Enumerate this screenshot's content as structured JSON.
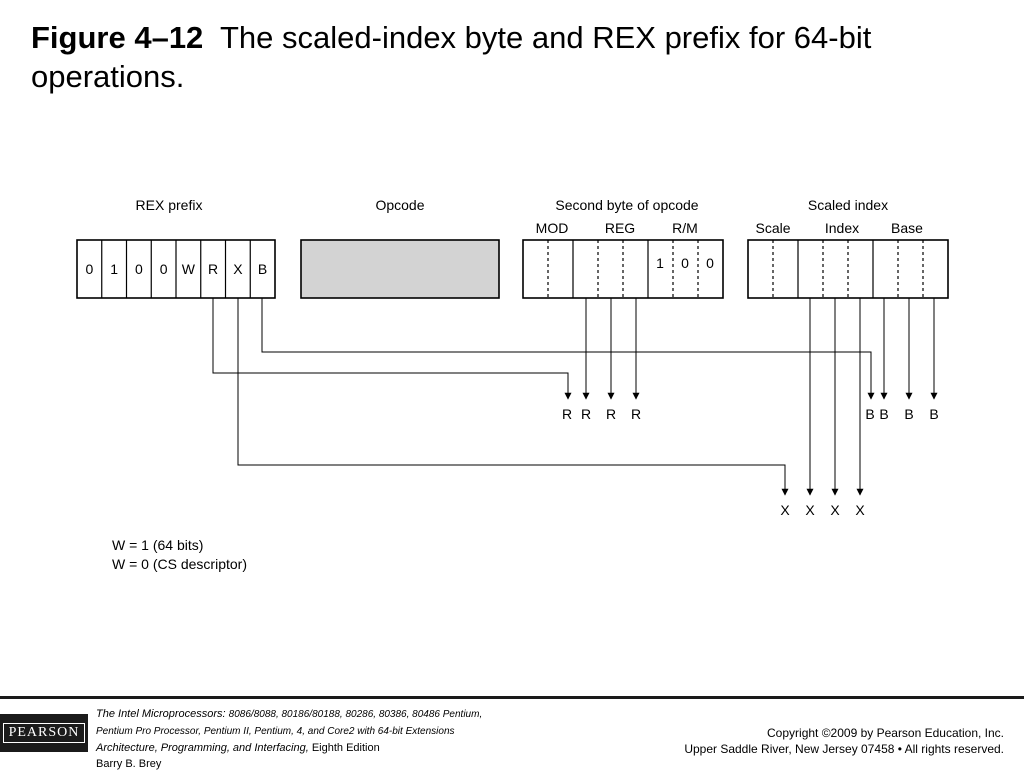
{
  "slide": {
    "figure_label": "Figure 4–12",
    "figure_title": "The scaled-index byte and REX prefix for 64-bit operations."
  },
  "diagram": {
    "headers": {
      "rex": "REX prefix",
      "opcode": "Opcode",
      "second": "Second byte of opcode",
      "mod": "MOD",
      "reg": "REG",
      "rm": "R/M",
      "scaled": "Scaled index",
      "scale": "Scale",
      "index": "Index",
      "base": "Base"
    },
    "rex_bits": [
      "0",
      "1",
      "0",
      "0",
      "W",
      "R",
      "X",
      "B"
    ],
    "rm_bits": [
      "1",
      "0",
      "0"
    ],
    "reg_targets": [
      "R",
      "R",
      "R",
      "R"
    ],
    "base_targets": [
      "B",
      "B",
      "B",
      "B"
    ],
    "index_targets": [
      "X",
      "X",
      "X",
      "X"
    ],
    "notes": [
      "W = 1 (64 bits)",
      "W = 0 (CS descriptor)"
    ]
  },
  "footer": {
    "publisher": "PEARSON",
    "book_title": "The Intel Microprocessors:",
    "book_line1_rest": "8086/8088, 80186/80188, 80286, 80386, 80486 Pentium,",
    "book_line2": "Pentium Pro Processor, Pentium II, Pentium, 4, and Core2 with 64-bit Extensions",
    "book_line3a": "Architecture, Programming, and Interfacing,",
    "book_line3b": "Eighth Edition",
    "author": "Barry B. Brey",
    "copyright": "Copyright ©2009 by Pearson Education, Inc.",
    "address": "Upper Saddle River, New Jersey 07458 • All rights reserved."
  }
}
